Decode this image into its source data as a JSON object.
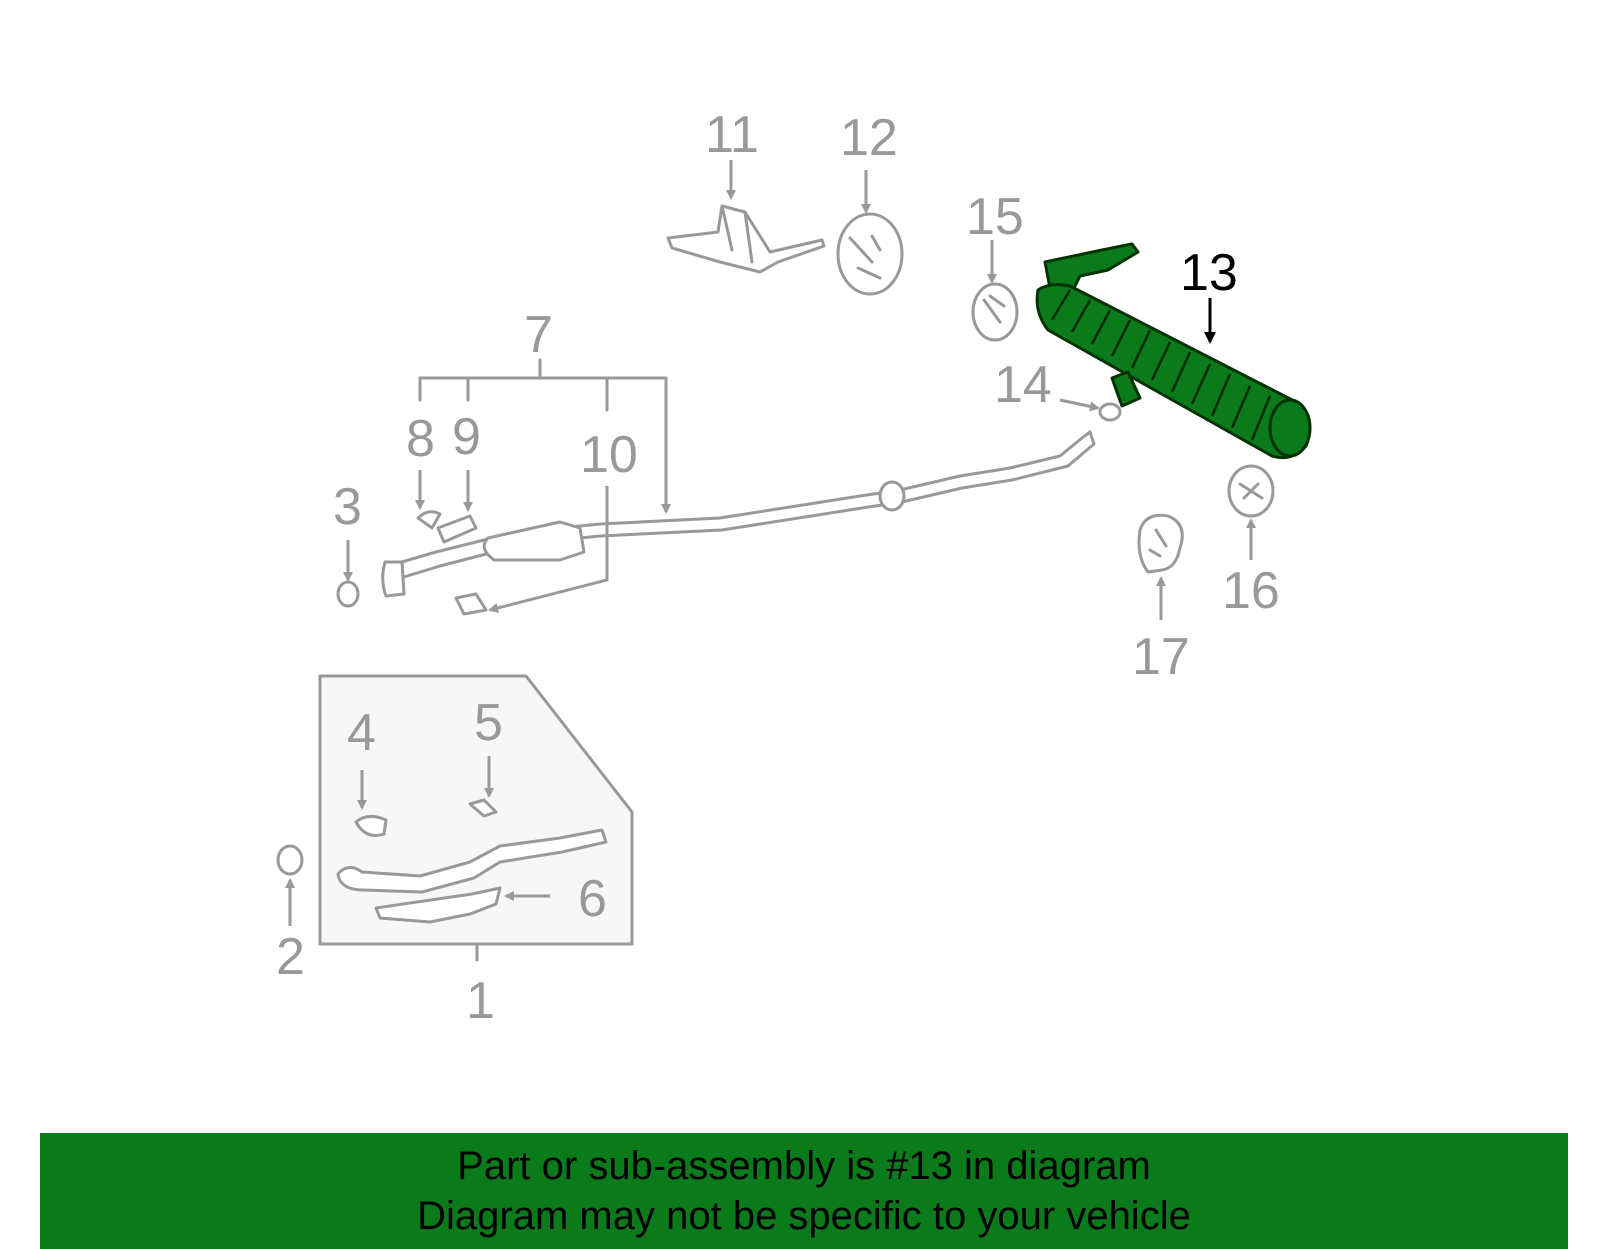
{
  "highlight_color": "#0b7a1a",
  "callout_color": "#999999",
  "highlighted_callout": "13",
  "callouts": {
    "c1": "1",
    "c2": "2",
    "c3": "3",
    "c4": "4",
    "c5": "5",
    "c6": "6",
    "c7": "7",
    "c8": "8",
    "c9": "9",
    "c10": "10",
    "c11": "11",
    "c12": "12",
    "c13": "13",
    "c14": "14",
    "c15": "15",
    "c16": "16",
    "c17": "17"
  },
  "banner": {
    "line1": "Part or sub-assembly is #13 in diagram",
    "line2": "Diagram may not be specific to your vehicle"
  }
}
